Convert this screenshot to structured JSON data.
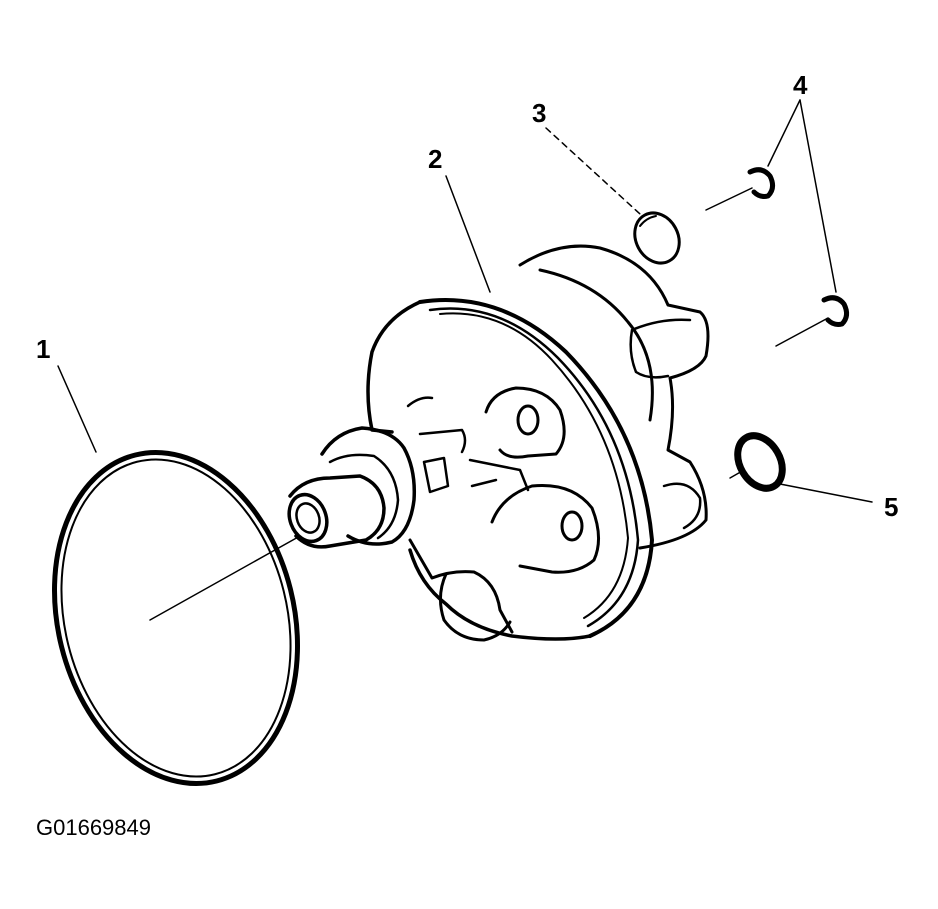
{
  "diagram": {
    "callouts": {
      "c1": "1",
      "c2": "2",
      "c3": "3",
      "c4": "4",
      "c5": "5"
    },
    "figure_id": "G01669849",
    "colors": {
      "ink": "#000000",
      "paper": "#ffffff"
    }
  }
}
